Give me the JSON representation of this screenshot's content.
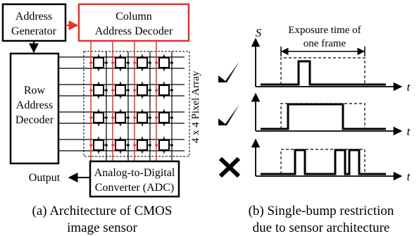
{
  "left_panel": {
    "address_generator": [
      "Address",
      "Generator"
    ],
    "column_decoder": [
      "Column",
      "Address Decoder"
    ],
    "row_decoder": [
      "Row",
      "Address",
      "Decoder"
    ],
    "pixel_array_label": "4 x 4 Pixel Array",
    "adc": [
      "Analog-to-Digital",
      "Converter (ADC)"
    ],
    "output_label": "Output",
    "caption": [
      "(a) Architecture of CMOS",
      "image sensor"
    ]
  },
  "right_panel": {
    "y_axis_label": "S",
    "x_axis_label": "t",
    "exposure_label": [
      "Exposure time of",
      "one frame"
    ],
    "rows": [
      {
        "mark": "check",
        "bumps": 1
      },
      {
        "mark": "check",
        "bumps": 1
      },
      {
        "mark": "cross",
        "bumps": 3
      }
    ],
    "caption": [
      "(b) Single-bump restriction",
      "due to sensor architecture"
    ]
  },
  "colors": {
    "column_decoder": "#e8312a",
    "column_lines": "#e8312a",
    "ink": "#000000"
  }
}
